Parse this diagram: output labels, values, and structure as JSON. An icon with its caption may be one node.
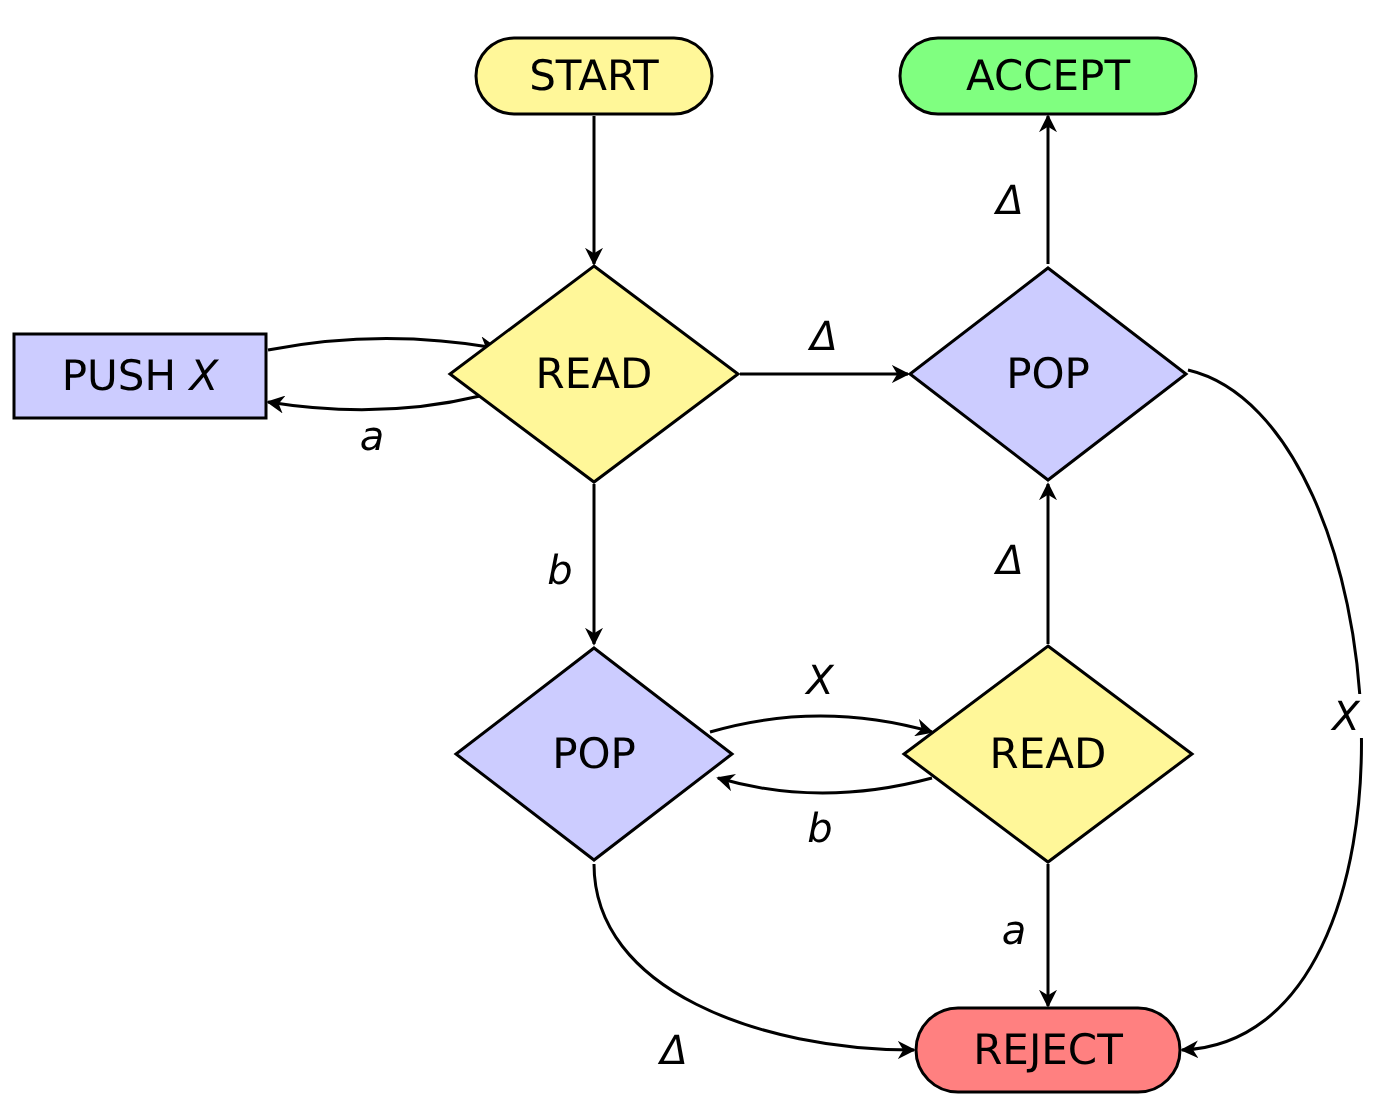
{
  "diagram": {
    "nodes": [
      {
        "text": [
          "START"
        ]
      },
      {
        "text": [
          "ACCEPT"
        ]
      },
      {
        "text": [
          "PUSH *X*"
        ]
      },
      {
        "text": [
          "READ"
        ]
      },
      {
        "text": [
          "POP"
        ]
      },
      {
        "text": [
          "POP"
        ]
      },
      {
        "text": [
          "READ"
        ]
      },
      {
        "text": [
          "REJECT"
        ]
      }
    ],
    "edges": [
      {
        "from": 0,
        "to": 3,
        "arrow": "to"
      },
      {
        "from": 3,
        "to": 4,
        "arrow": "to",
        "label": "Δ"
      },
      {
        "from": 4,
        "to": 1,
        "arrow": "to",
        "label": "Δ"
      },
      {
        "from": 2,
        "to": 3,
        "arrow": "to"
      },
      {
        "from": 3,
        "to": 2,
        "arrow": "to",
        "label": "a"
      },
      {
        "from": 3,
        "to": 5,
        "arrow": "to",
        "label": "b"
      },
      {
        "from": 5,
        "to": 6,
        "arrow": "to",
        "label": "X"
      },
      {
        "from": 6,
        "to": 5,
        "arrow": "to",
        "label": "b"
      },
      {
        "from": 6,
        "to": 4,
        "arrow": "to",
        "label": "Δ"
      },
      {
        "from": 6,
        "to": 7,
        "arrow": "to",
        "label": "a"
      },
      {
        "from": 5,
        "to": 7,
        "arrow": "to",
        "label": "Δ"
      },
      {
        "from": 4,
        "to": 7,
        "arrow": "to",
        "label": "X"
      }
    ]
  }
}
